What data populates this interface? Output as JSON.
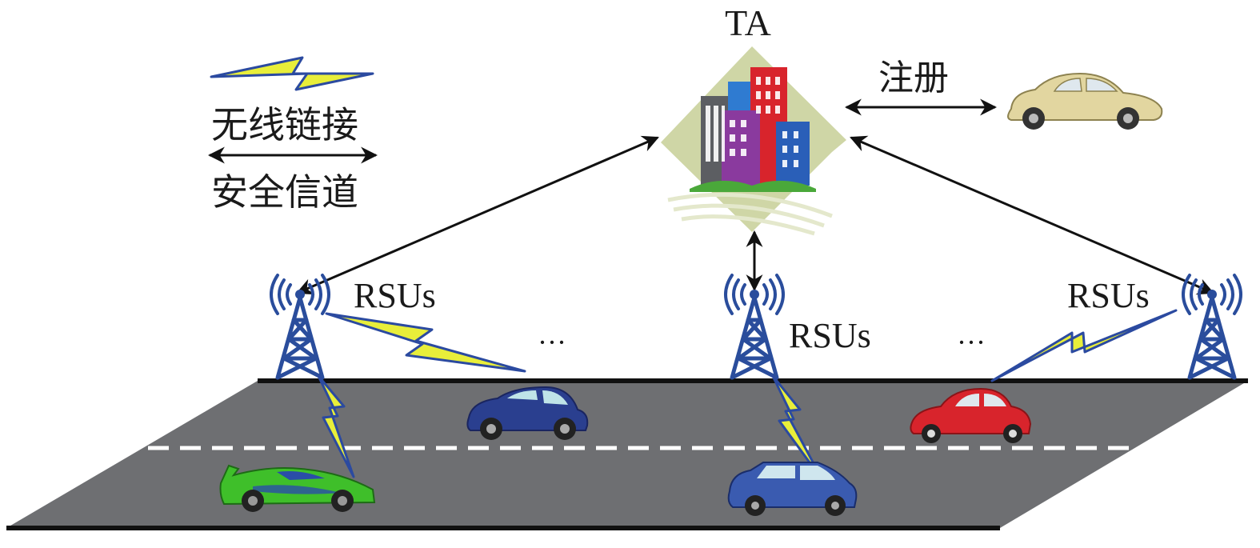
{
  "title": "TA",
  "legend": {
    "wireless_label": "无线链接",
    "secure_label": "安全信道",
    "wireless_icon": "lightning-icon",
    "secure_icon": "double-arrow-icon"
  },
  "register_label": "注册",
  "rsu_labels": {
    "left": "RSUs",
    "center": "RSUs",
    "right": "RSUs"
  },
  "ellipses": {
    "left": "···",
    "right": "···"
  },
  "icons": {
    "authority": "city-buildings-icon",
    "tower": "antenna-tower-icon",
    "vehicle": "car-icon"
  },
  "colors": {
    "road": "#6e6f72",
    "road_edge": "#111111",
    "lane": "#ffffff",
    "lightning_fill": "#e8ee3a",
    "lightning_stroke": "#2b4aa0",
    "tower": "#2a4d9c",
    "diamond": "#cfd6a6",
    "arrow": "#111111"
  }
}
